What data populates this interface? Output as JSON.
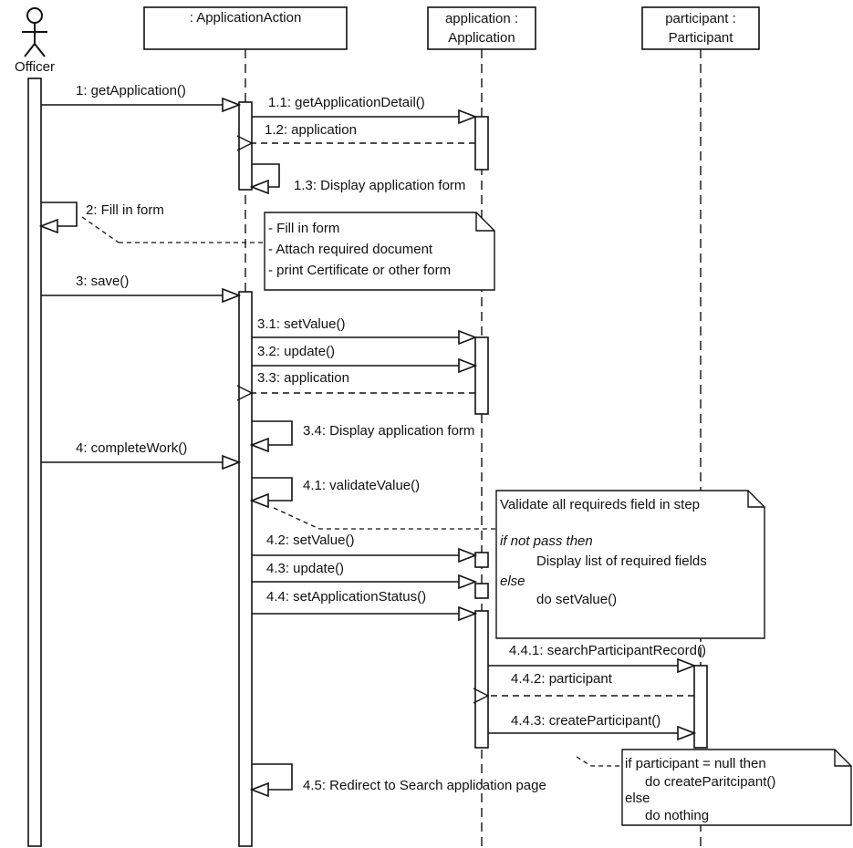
{
  "actor": {
    "name": "Officer"
  },
  "lifelines": [
    {
      "id": "action",
      "line1": ": ApplicationAction",
      "line2": ""
    },
    {
      "id": "app",
      "line1": "application :",
      "line2": "Application"
    },
    {
      "id": "part",
      "line1": "participant :",
      "line2": "Participant"
    }
  ],
  "messages": {
    "m1": "1: getApplication()",
    "m1_1": "1.1: getApplicationDetail()",
    "m1_2": "1.2: application",
    "m1_3": "1.3: Display application form",
    "m2": "2: Fill in form",
    "m3": "3: save()",
    "m3_1": "3.1: setValue()",
    "m3_2": "3.2: update()",
    "m3_3": "3.3: application",
    "m3_4": "3.4: Display application form",
    "m4": "4: completeWork()",
    "m4_1": "4.1: validateValue()",
    "m4_2": "4.2: setValue()",
    "m4_3": "4.3: update()",
    "m4_4": "4.4: setApplicationStatus()",
    "m4_4_1": "4.4.1: searchParticipantRecord()",
    "m4_4_2": "4.4.2: participant",
    "m4_4_3": "4.4.3: createParticipant()",
    "m4_5": "4.5: Redirect to Search application page"
  },
  "notes": {
    "form": [
      "- Fill in form",
      "- Attach required document",
      "- print Certificate or other form"
    ],
    "validate": {
      "title": "Validate all requireds field in step",
      "cond_if": "if not pass then",
      "then_action": "Display list of  required fields",
      "cond_else": "else",
      "else_action": "do setValue()"
    },
    "participant": {
      "cond_if": "if participant = null then",
      "then_action": "do createParitcipant()",
      "cond_else": "else",
      "else_action": "do nothing"
    }
  }
}
